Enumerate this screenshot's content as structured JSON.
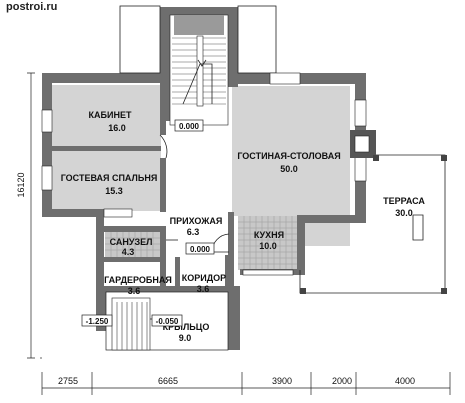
{
  "watermark": "postroi.ru",
  "rooms": [
    {
      "id": "cabinet",
      "name": "КАБИНЕТ",
      "area": "16.0"
    },
    {
      "id": "guest-bedroom",
      "name": "ГОСТЕВАЯ СПАЛЬНЯ",
      "area": "15.3"
    },
    {
      "id": "living-dining",
      "name": "ГОСТИНАЯ-СТОЛОВАЯ",
      "area": "50.0"
    },
    {
      "id": "hall",
      "name": "ПРИХОЖАЯ",
      "area": "6.3"
    },
    {
      "id": "bathroom",
      "name": "САНУЗЕЛ",
      "area": "4.3"
    },
    {
      "id": "kitchen",
      "name": "КУХНЯ",
      "area": "10.0"
    },
    {
      "id": "terrace",
      "name": "ТЕРРАСА",
      "area": "30.0"
    },
    {
      "id": "wardrobe",
      "name": "ГАРДЕРОБНАЯ",
      "area": "3.6"
    },
    {
      "id": "corridor",
      "name": "КОРИДОР",
      "area": "3.6"
    },
    {
      "id": "porch",
      "name": "КРЫЛЬЦО",
      "area": "9.0"
    }
  ],
  "levels": {
    "stair": "0.000",
    "hall": "0.000",
    "ground": "-1.250",
    "porch": "-0.050"
  },
  "dimensions": {
    "height": "16120",
    "bottom": [
      "2755",
      "6665",
      "3900",
      "2000",
      "4000"
    ]
  }
}
